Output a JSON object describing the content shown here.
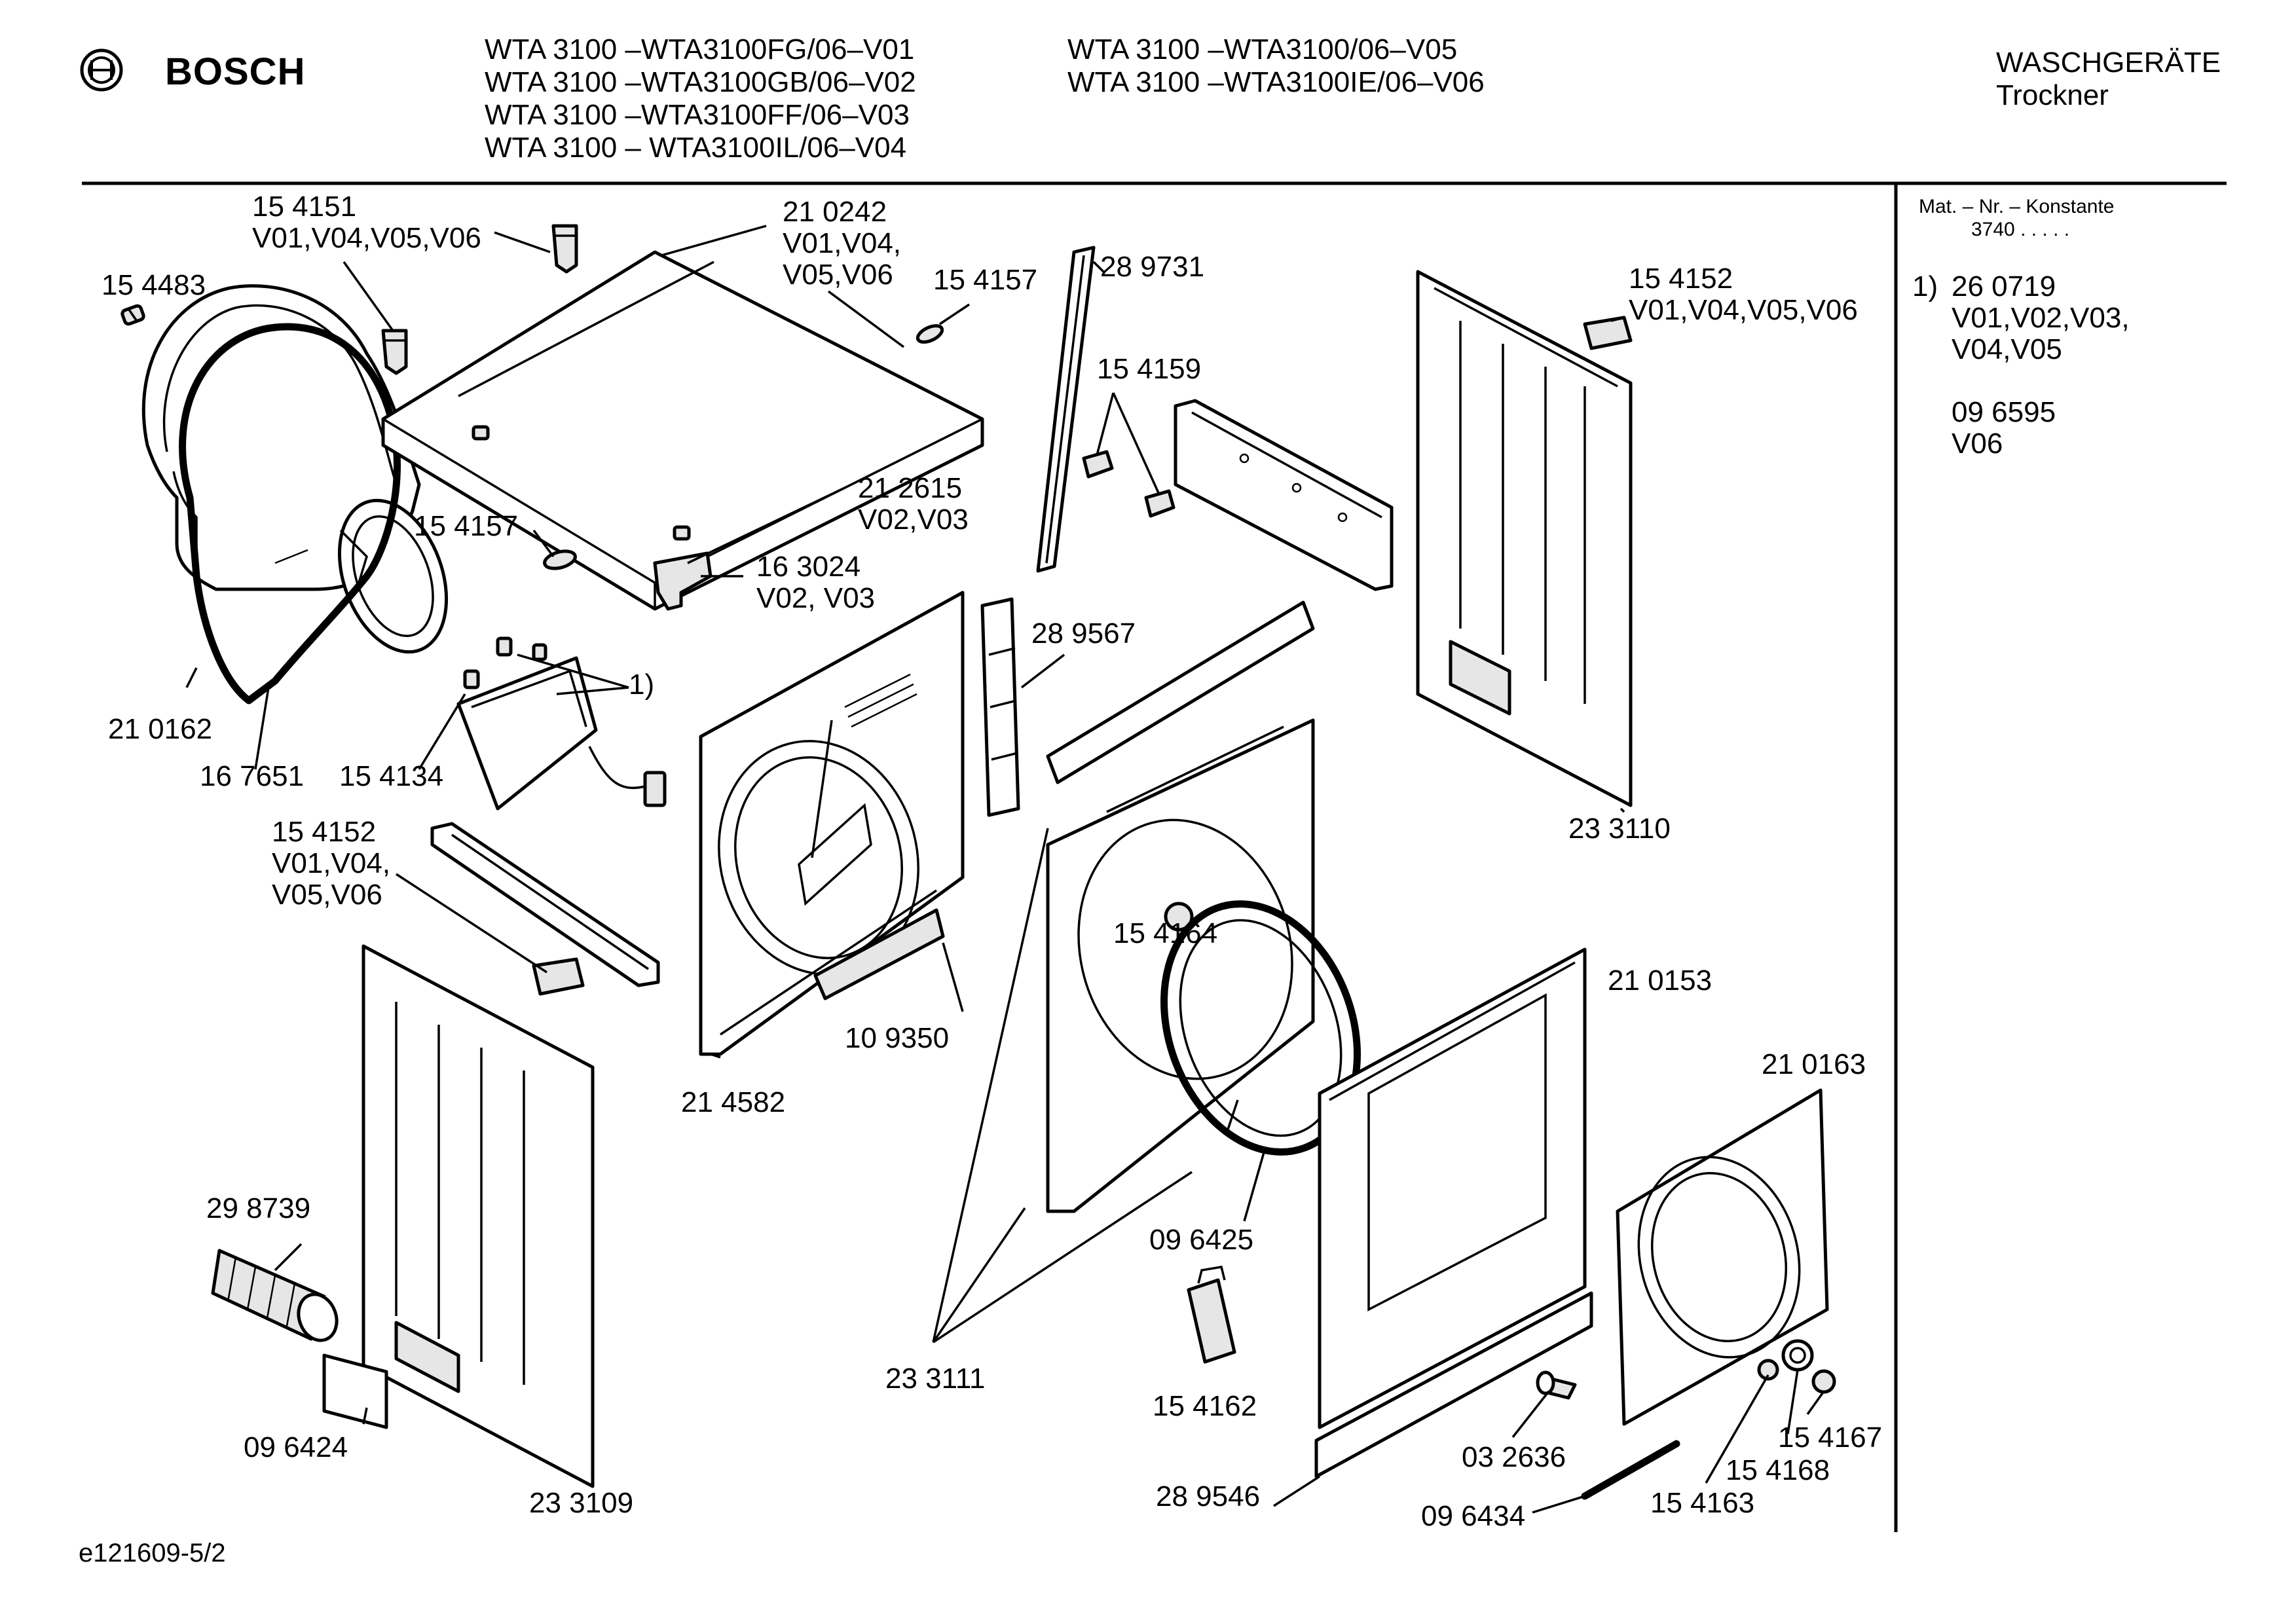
{
  "header": {
    "brand": "BOSCH",
    "models_left": [
      "WTA 3100 –WTA3100FG/06–V01",
      "WTA 3100 –WTA3100GB/06–V02",
      "WTA 3100 –WTA3100FF/06–V03",
      "WTA 3100 – WTA3100IL/06–V04"
    ],
    "models_right": [
      "WTA 3100 –WTA3100/06–V05",
      "WTA 3100 –WTA3100IE/06–V06"
    ],
    "category": "WASCHGERÄTE",
    "subcategory": "Trockner",
    "logo_icon": "bosch-armature-logo-icon"
  },
  "side_panel": {
    "mat_label": "Mat. – Nr. – Konstante",
    "mat_value": "3740  .  .  .  .  .",
    "note_marker": "1)",
    "note_lines": [
      "26 0719",
      "V01,V02,V03,",
      "V04,V05",
      "",
      "09 6595",
      "V06"
    ]
  },
  "labels": {
    "l154151": "15 4151",
    "l154151v": "V01,V04,V05,V06",
    "l210242": "21 0242",
    "l210242v1": "V01,V04,",
    "l210242v2": "V05,V06",
    "l154483": "15 4483",
    "l154157a": "15 4157",
    "l289731": "28 9731",
    "l154152a": "15 4152",
    "l154152av": "V01,V04,V05,V06",
    "l154159": "15 4159",
    "l212615": "21 2615",
    "l212615v": "V02,V03",
    "l154157b": "15 4157",
    "l163024": "16 3024",
    "l163024v": "V02, V03",
    "l289567": "28 9567",
    "note1": "1)",
    "l210162": "21 0162",
    "l167651": "16 7651",
    "l154134": "15 4134",
    "l233110": "23 3110",
    "l154152b": "15 4152",
    "l154152bv1": "V01,V04,",
    "l154152bv2": "V05,V06",
    "l154164": "15 4164",
    "l210153": "21 0153",
    "l109350": "10 9350",
    "l214582": "21 4582",
    "l210163": "21 0163",
    "l298739": "29 8739",
    "l096425": "09 6425",
    "l233111": "23 3111",
    "l154162": "15 4162",
    "l096424": "09 6424",
    "l154167": "15 4167",
    "l032636": "03 2636",
    "l154168": "15 4168",
    "l233109": "23 3109",
    "l289546": "28 9546",
    "l154163": "15 4163",
    "l096434": "09 6434"
  },
  "footer": {
    "drawing_id": "e121609-5/2"
  }
}
